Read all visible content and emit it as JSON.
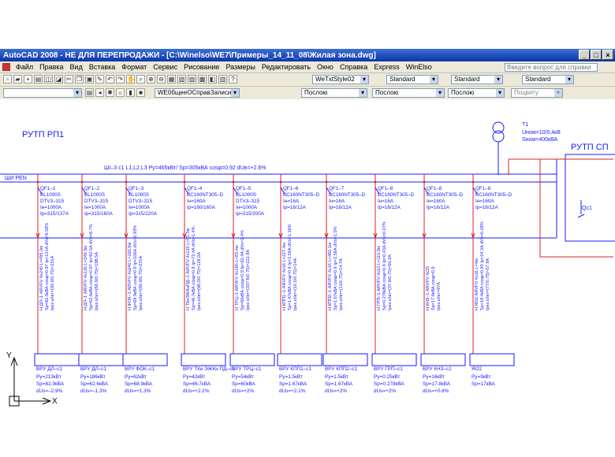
{
  "window": {
    "title": "AutoCAD 2008 - НЕ ДЛЯ ПЕРЕПРОДАЖИ - [C:\\Winelso\\WE7\\Примеры_14_11_08\\Жилая зона.dwg]"
  },
  "menu": {
    "items": [
      "Файл",
      "Правка",
      "Вид",
      "Вставка",
      "Формат",
      "Сервис",
      "Рисование",
      "Размеры",
      "Редактировать",
      "Окно",
      "Справка",
      "Express",
      "WinElso"
    ]
  },
  "help": {
    "placeholder": "Введите вопрос для справки"
  },
  "toolbar1": {
    "text_style": "WeTxtStyle02",
    "dim_style": "Standard",
    "table_style": "Standard",
    "multileader_style": "Standard"
  },
  "toolbar2": {
    "layer": "WE0бщееОСправЗаписи",
    "color": "Послою",
    "linetype": "Послою",
    "lineweight": "Послою",
    "plotstyle": "Поцвету"
  },
  "drawing": {
    "left_label": "РУТП  РП1",
    "right_label": "РУТП  СП",
    "transformer": {
      "name": "Т1",
      "voltage": "Uном=10/0,4кВ",
      "power": "Sном=400кВА"
    },
    "bus_label": "ШИ РЕN",
    "bus_params": "ШI–3  с1  L1,L2,L3  Ру=465кВт/  Sр=305кВА cosφ=0.92  dUв=+2.6%",
    "qc_label": "Qc1",
    "axes": {
      "y": "Y",
      "x": "X"
    },
    "feeders": [
      {
        "breaker": "QF1–1",
        "model": "BL1000S",
        "dtv": "DTV3–315",
        "in": "Iн=1000A",
        "ip": "Iр=315/137A",
        "cable": "Н ДЛ–1  ARVFV 4х240  L=495.2м",
        "cable2": "Sр=82.9кВА cosφ=0.97 Iр=121A dVs=8.58%",
        "cable3": "Iрез.s/Iкт=(95.9/0.75)=231A",
        "name": "ВРУ ДЛ–с1",
        "p1": "Ру=213кВт",
        "p2": "Sр=82.9кВА",
        "p3": "dUs=–2.9%"
      },
      {
        "breaker": "QF1–2",
        "model": "BL1000S",
        "dtv": "DTV3–315",
        "in": "Iн=1000A",
        "ip": "Iр=315/160A",
        "cable": "Н ДЛ–1  ARVFV 4х120  L=349.3м",
        "cable2": "Sр=62.6кВА cosφ=0.97 Iр=92.5A dVs=8.7%",
        "cable3": "Iрез.s/Iкт=(66.9/0.75)=198.5A",
        "name": "ВРУ ДЛ–с1",
        "p1": "Ру=186кВт",
        "p2": "Sр=62.6кВА",
        "p3": "dUs=–1.3%"
      },
      {
        "breaker": "QF1–3",
        "model": "BL1000S",
        "dtv": "DTV3–315",
        "in": "Iн=1000A",
        "ip": "Iр=315/220A",
        "cable": "Н ФОК–1  ARVFV 4х240  L=192.6м",
        "cable2": "Sр=68.9кВА cosφ=0.9 Iр=106A dVs=2.93%",
        "cable3": "Iрез.s/Iкт=(80.9/0.75)=231A",
        "name": "ВРУ ФОК–с1",
        "p1": "Ру=62кВт",
        "p2": "Sр=68.9кВА",
        "p3": "dUs=+1.3%"
      },
      {
        "breaker": "QF1–4",
        "model": "BC160NT305–D",
        "dtv": "",
        "in": "Iн=160A",
        "ip": "Iр=160/160A",
        "cable": "Н ТКнЭЖКнПД–1  ARVFV 4х120  L=51.3м",
        "cable2": "Sр=46.7кВА cosφ=0.9 Iр=72.4A dVs=1.4%",
        "cable3": "Iрез.s/Iкт=(96.0/0.75)=128.0A",
        "name": "ВРУ ТКн ЭЖКн ПД–с1",
        "p1": "Ру=42кВт",
        "p2": "Sр=46.7кВА",
        "p3": "dUs=+2.2%"
      },
      {
        "breaker": "QF1–5",
        "model": "BL1000S",
        "dtv": "DTV3–315",
        "in": "Iн=1000A",
        "ip": "Iр=315/200A",
        "cable": "Н ТРЦ–1  ARVFV 4х185  L=83.4м",
        "cable2": "Sр=60кВА cosφ=0.9 Iр=92.4A dVs=1.4%",
        "cable3": "Iрез.s/Iкт=(337.6/0.75)=222.8A",
        "name": "ВРУ ТРЦ–с1",
        "p1": "Ру=54кВт",
        "p2": "Sр=60кВА",
        "p3": "dUs=+2%"
      },
      {
        "breaker": "QF1–6",
        "model": "BC160NT305–D",
        "dtv": "",
        "in": "Iн=16A",
        "ip": "Iр=16/12A",
        "cable": "Н КПП1–1  ARVFV 4х16  L=227.4м",
        "cable2": "Sр=1.67кВА cosφ=0.9 Iр=2.58A dVs=1.16%",
        "cable3": "Iрез.s/Iкт=(10.5/0.75)=14A",
        "name": "ВРУ КПП1–с1",
        "p1": "Ру=1.5кВт",
        "p2": "Sр=1.67кВА",
        "p3": "dUs=+2.1%"
      },
      {
        "breaker": "QF1–7",
        "model": "BC160NT305–D",
        "dtv": "",
        "in": "Iн=16A",
        "ip": "Iр=16/12A",
        "cable": "Н КПП2–1  ARVFV 4х16  L=482.1м",
        "cable2": "Sр=1.67кВА cosφ=0.9 Iр=2.58A dVs=1.5%",
        "cable3": "Iрез.s/Iкт=(11/0.75)=14.7A",
        "name": "ВРУ КПП2–с1",
        "p1": "Ру=1.5кВт",
        "p2": "Sр=1.67кВА",
        "p3": "dUs=+2%"
      },
      {
        "breaker": "QF1–8",
        "model": "BC160NT305–D",
        "dtv": "",
        "in": "Iн=16A",
        "ip": "Iр=16/12A",
        "cable": "Н ГРП–1  ARVFV 4х10  L=115.9м",
        "cable2": "Sр=0.278кВА cosφ=0.9 Iр=0.43A dVs=0.07%",
        "cable3": "Iрез.s/Iкт=(37.8/0.75)=50.3A",
        "name": "ВРУ ГРП–с1",
        "p1": "Ру=0.25кВт",
        "p2": "Sр=0.278кВА",
        "p3": "dUs=+2%"
      },
      {
        "breaker": "QF1–8",
        "model": "BC160NT305–D",
        "dtv": "",
        "in": "Iн=160A",
        "ip": "Iр=16/12A",
        "cable": "Н КНЗ–1  ARVFV 4х25",
        "cable2": "Sр=17.8кВА cosφ=0.9",
        "cable3": "Iрез.s/Iкт=97A",
        "name": "ВРУ КНЗ–с1",
        "p1": "Ру=16кВт",
        "p2": "Sр=17.8кВА",
        "p3": "dUs=+0.8%"
      },
      {
        "breaker": "QF1–8",
        "model": "BC160NT305–D",
        "dtv": "",
        "in": "Iн=160A",
        "ip": "Iр=16/12A",
        "cable": "Н ЯО2  ARVFV 4х16  L=4м",
        "cable2": "Sр=18.4кВА cosφ=0.93 Iр=24.3A dVs=0.28%",
        "cable3": "Iрез.s/Iкт=(77/0.75)=57.8A",
        "name": "ЯО2",
        "p1": "Ру=9кВт",
        "p2": "Sр=17кВА",
        "p3": ""
      }
    ]
  }
}
